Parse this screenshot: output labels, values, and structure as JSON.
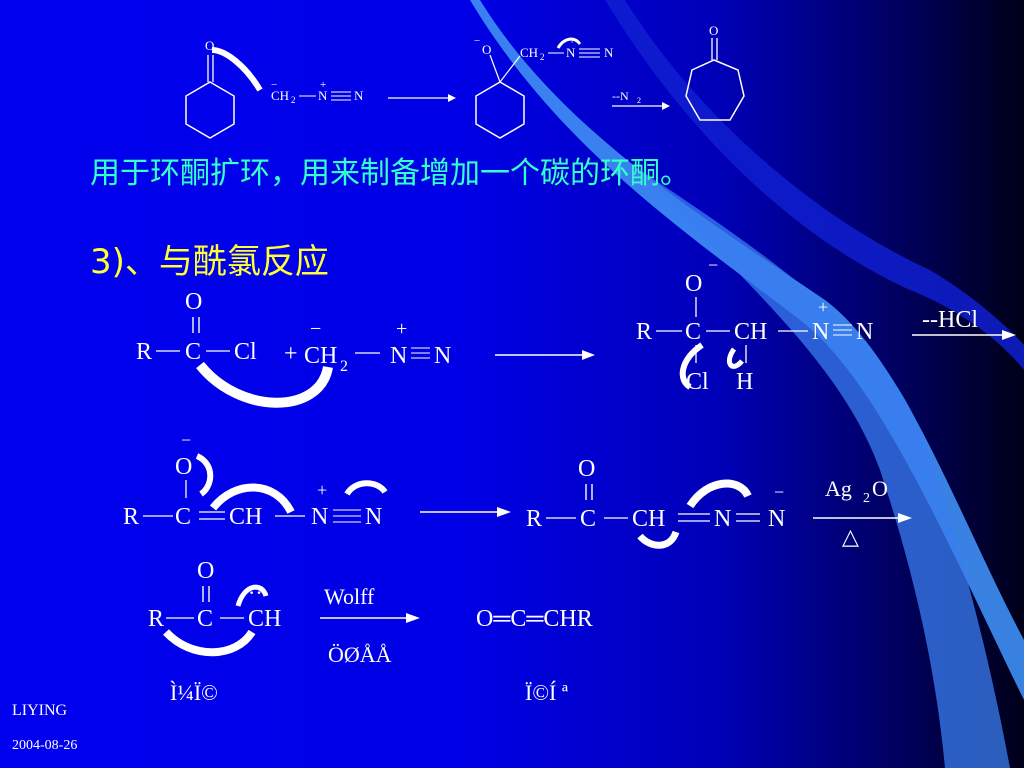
{
  "slide": {
    "caption_ring_expansion": "用于环酮扩环，用来制备增加一个碳的环酮。",
    "section_heading": "3)、与酰氯反应",
    "footer_author": "LIYING",
    "footer_date": "2004-08-26"
  },
  "colors": {
    "background_left": "#0000ee",
    "background_right": "#000018",
    "caption": "#33ffcc",
    "heading": "#ffff33",
    "stripe_light": "#3f8ff5",
    "stripe_dark": "#0f1fd0",
    "text": "#ffffff"
  },
  "scheme_top": {
    "reactant_ketone_o": "O",
    "diazomethane": {
      "ch2": "CH",
      "sub2": "2",
      "n1": "N",
      "n2": "N",
      "minus": "−",
      "plus": "+"
    },
    "intermediate": {
      "o_minus": "O",
      "minus": "−",
      "ch2": "CH",
      "sub2": "2",
      "n1": "N",
      "n2": "N",
      "plus": "+"
    },
    "loss_n2": "--N",
    "loss_n2_sub": "2",
    "product_ketone_o": "O"
  },
  "reaction1": {
    "r": "R",
    "c": "C",
    "cl": "Cl",
    "o": "O",
    "plus_sign": "+",
    "ch": "CH",
    "sub2": "2",
    "n1": "N",
    "n2": "N",
    "minus": "−",
    "plus": "+"
  },
  "reaction1_product": {
    "o": "O",
    "minus": "−",
    "r": "R",
    "c": "C",
    "ch": "CH",
    "n1": "N",
    "n2": "N",
    "plus": "+",
    "cl": "Cl",
    "h": "H",
    "loss_hcl": "--HCl"
  },
  "reaction2": {
    "o": "O",
    "minus": "−",
    "r": "R",
    "c": "C",
    "ch": "CH",
    "n1": "N",
    "n2": "N",
    "plus": "+"
  },
  "reaction2_product": {
    "o": "O",
    "r": "R",
    "c": "C",
    "ch": "CH",
    "n1": "N",
    "n2": "N",
    "minus": "−",
    "reagent": "Ag",
    "reagent_sub": "2",
    "reagent_o": "O",
    "heat": "△"
  },
  "reaction3": {
    "o": "O",
    "r": "R",
    "c": "C",
    "ch": "CH",
    "lone_pair": "··",
    "wolff": "Wolff",
    "below_arrow": "ÖØÅÅ",
    "label_carbene": "Ì¼Ï©",
    "product": "O═C═CHR",
    "label_ketene": "Ï©Í ª"
  }
}
